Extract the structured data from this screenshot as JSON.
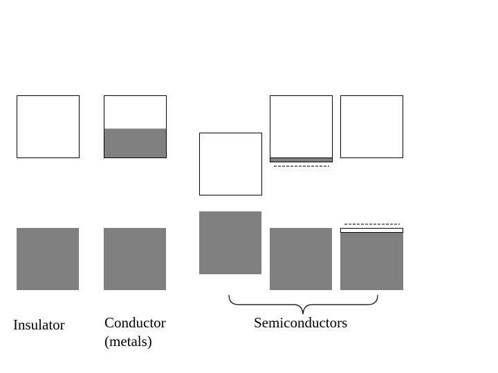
{
  "colors": {
    "band_fill": "#808080",
    "empty_fill": "#ffffff",
    "outline": "#000000",
    "line": "#000000"
  },
  "labels": {
    "insulator": "Insulator",
    "conductor_line1": "Conductor",
    "conductor_line2": "(metals)",
    "semiconductors": "Semiconductors"
  },
  "conductor_conduction_band_fill_fraction": 0.47,
  "shapes": {
    "filled": "gray-band",
    "empty": "empty-band"
  }
}
